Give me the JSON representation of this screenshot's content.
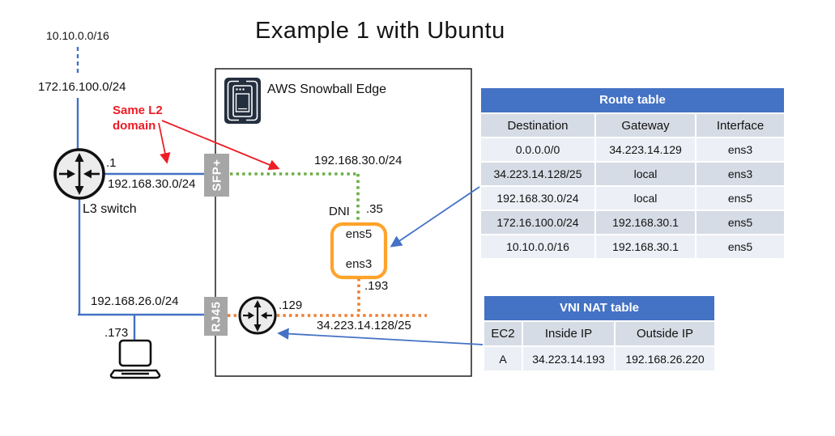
{
  "title": "Example 1 with Ubuntu",
  "colors": {
    "line_blue": "#4472C4",
    "line_green": "#6AAE46",
    "line_orange": "#ED7D31",
    "box_orange": "#FFA32B",
    "annotation_red": "#EE1C25",
    "port_gray": "#A6A6A6",
    "icon_navy": "#232F3E",
    "table_header_bg": "#4472C4",
    "table_band_dark": "#D6DCE5",
    "table_band_light": "#EDEFF6"
  },
  "diagram": {
    "external": {
      "net_10": "10.10.0.0/16",
      "net_172": "172.16.100.0/24"
    },
    "annotation": {
      "text": "Same L2\ndomain"
    },
    "l3_switch": {
      "label": "L3 switch",
      "port_ip": ".1",
      "subnet": "192.168.30.0/24"
    },
    "snowball": {
      "label": "AWS Snowball Edge",
      "sfp_port": "SFP+",
      "rj45_port": "RJ45",
      "inner_subnet": "192.168.30.0/24",
      "dni": "DNI",
      "dni_ip": ".35",
      "ens5": "ens5",
      "ens3": "ens3",
      "ens3_ip": ".193",
      "vni_subnet": "34.223.14.128/25",
      "vni_router_ip": ".129"
    },
    "lan": {
      "subnet": "192.168.26.0/24",
      "laptop_ip": ".173"
    }
  },
  "route_table": {
    "title": "Route table",
    "headers": [
      "Destination",
      "Gateway",
      "Interface"
    ],
    "rows": [
      [
        "0.0.0.0/0",
        "34.223.14.129",
        "ens3"
      ],
      [
        "34.223.14.128/25",
        "local",
        "ens3"
      ],
      [
        "192.168.30.0/24",
        "local",
        "ens5"
      ],
      [
        "172.16.100.0/24",
        "192.168.30.1",
        "ens5"
      ],
      [
        "10.10.0.0/16",
        "192.168.30.1",
        "ens5"
      ]
    ]
  },
  "nat_table": {
    "title": "VNI NAT table",
    "headers": [
      "EC2",
      "Inside IP",
      "Outside IP"
    ],
    "rows": [
      [
        "A",
        "34.223.14.193",
        "192.168.26.220"
      ]
    ]
  }
}
